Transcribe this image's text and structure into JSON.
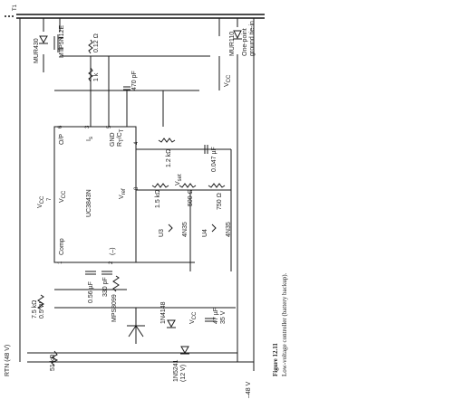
{
  "figure": {
    "number": "Figure 12.11",
    "caption": "Low-voltage controller (battery backup)."
  },
  "top": {
    "transformer": "T1",
    "diode_left": "MUR430",
    "mosfet": "MTP5N12E",
    "resistor_top": "0.12 Ω",
    "diode_right": "MUR110",
    "onepoint": "One-point",
    "ground_tie": "ground tie-in",
    "vcc_top": "V",
    "vcc_top_sub": "CC",
    "res_1k": "1 k",
    "cap_470": "470 pF"
  },
  "ic": {
    "name": "UC3843N",
    "vcc_ext": "V",
    "vcc_ext_sub": "CC",
    "pin7": "7",
    "vcc_int": "V",
    "vcc_int_sub": "CC",
    "op": "O/P",
    "pin6": "6",
    "i_s": "I",
    "i_s_sub": "s",
    "pin3": "3",
    "gnd": "GND",
    "rtct": "R",
    "rtct_sub": "T",
    "ct": "/C",
    "ct_sub": "T",
    "pin5": "5",
    "pin4": "4",
    "vref": "V",
    "vref_sub": "ref",
    "pin8": "8",
    "comp": "Comp",
    "pin1": "1",
    "minus": "(–)",
    "pin2": "2"
  },
  "right_net": {
    "r_12k": "1.2 kΩ",
    "c_047": "0.047 µF",
    "r_15k": "1.5 kΩ",
    "v_set": "V",
    "v_set_sub": "set",
    "r_500": "500 Ω",
    "r_750": "750 Ω",
    "u3": "U3",
    "u3_part": "4N35",
    "u4": "U4",
    "u4_part": "4N35"
  },
  "comp_net": {
    "c_056": "0.56 µF",
    "c_330": "330 pF"
  },
  "bottom": {
    "rtn": "RTN (48 V)",
    "r_75k": "7.5 kΩ",
    "r_75k_w": "0.5 W",
    "q": "MPS8099",
    "d_4148": "1N4148",
    "vcc_out": "V",
    "vcc_out_sub": "CC",
    "c_47": "47 µF",
    "c_47_v": "35 V",
    "r_51k": "51 kΩ",
    "zener": "1N5241",
    "zener_v": "(12 V)",
    "neg48": "–48 V"
  },
  "colors": {
    "ink": "#1a1a1a",
    "paper": "#ffffff"
  }
}
